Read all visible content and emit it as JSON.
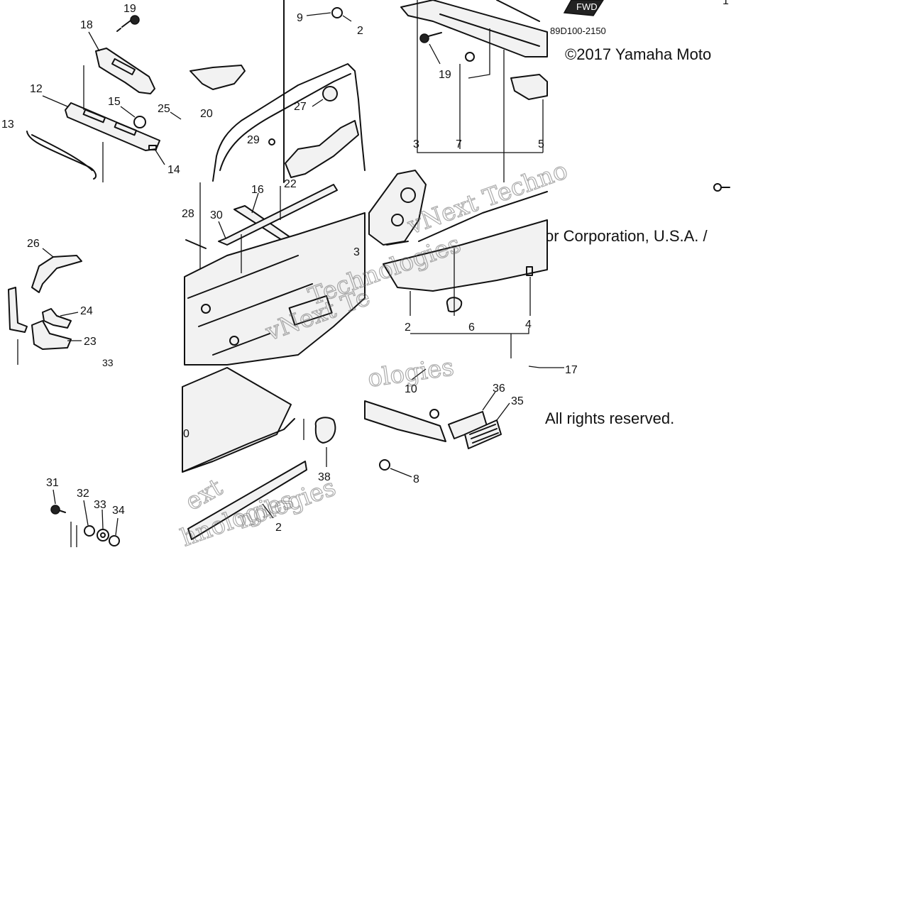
{
  "diagram": {
    "reference_code": "89D100-2150",
    "copyright_lines": {
      "line1": "©2017 Yamaha Moto",
      "line2": "or Corporation, U.S.A. /",
      "line3": "All rights reserved."
    },
    "fwd_badge": "FWD",
    "watermark_lines": [
      "vNext Techno",
      "Technologies",
      "vNext Te",
      "ext",
      "hnologies",
      "nologies",
      "ologies"
    ],
    "callouts": {
      "c19a": "19",
      "c18": "18",
      "c12": "12",
      "c15": "15",
      "c25": "25",
      "c13": "13",
      "c14": "14",
      "c20": "20",
      "c9": "9",
      "c2a": "2",
      "c27": "27",
      "c29": "29",
      "c16": "16",
      "c22": "22",
      "c28": "28",
      "c30": "30",
      "c3a": "3",
      "c26": "26",
      "c24": "24",
      "c23": "23",
      "c33a": "33",
      "c19b": "19",
      "c3b": "3",
      "c7": "7",
      "c5": "5",
      "c2b": "2",
      "c6": "6",
      "c4": "4",
      "c17": "17",
      "c10": "10",
      "c36": "36",
      "c35": "35",
      "c8": "8",
      "c38": "38",
      "c2c": "2",
      "c0": "0",
      "c31": "31",
      "c32": "32",
      "c33b": "33",
      "c34": "34",
      "c1": "1"
    }
  }
}
